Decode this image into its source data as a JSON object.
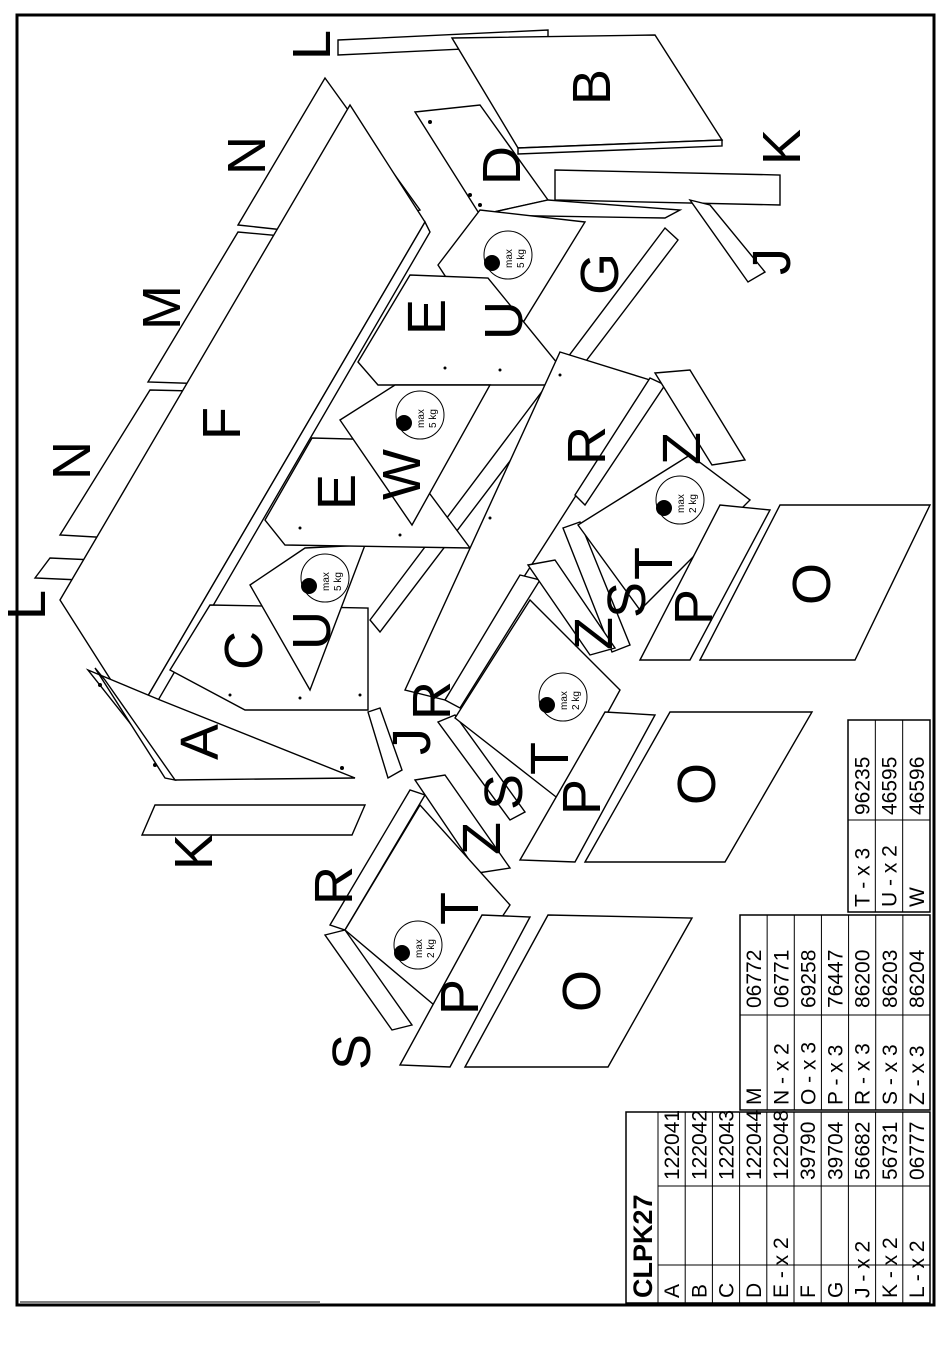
{
  "title": "CLPK27",
  "part_labels": [
    "A",
    "B",
    "C",
    "D",
    "E",
    "E",
    "F",
    "G",
    "J",
    "J",
    "K",
    "K",
    "L",
    "L",
    "M",
    "N",
    "N",
    "O",
    "O",
    "O",
    "P",
    "P",
    "P",
    "R",
    "R",
    "R",
    "S",
    "S",
    "S",
    "T",
    "T",
    "T",
    "U",
    "U",
    "W",
    "Z",
    "Z",
    "Z"
  ],
  "weight_limits": [
    {
      "max": "max",
      "load": "5 kg"
    },
    {
      "max": "max",
      "load": "5 kg"
    },
    {
      "max": "max",
      "load": "5 kg"
    },
    {
      "max": "max",
      "load": "2 kg"
    },
    {
      "max": "max",
      "load": "2 kg"
    },
    {
      "max": "max",
      "load": "2 kg"
    }
  ],
  "parts_table_1": [
    {
      "part": "A",
      "qty": "",
      "code": "122041"
    },
    {
      "part": "B",
      "qty": "",
      "code": "122042"
    },
    {
      "part": "C",
      "qty": "",
      "code": "122043"
    },
    {
      "part": "D",
      "qty": "",
      "code": "122044"
    },
    {
      "part": "E",
      "qty": " - x 2",
      "code": "122048"
    },
    {
      "part": "F",
      "qty": "",
      "code": "39790"
    },
    {
      "part": "G",
      "qty": "",
      "code": "39704"
    },
    {
      "part": "J",
      "qty": " - x 2",
      "code": "56682"
    },
    {
      "part": "K",
      "qty": " - x 2",
      "code": "56731"
    },
    {
      "part": "L",
      "qty": " - x 2",
      "code": "06777"
    }
  ],
  "parts_table_2": [
    {
      "part": "M",
      "qty": "",
      "code": "06772"
    },
    {
      "part": "N",
      "qty": " - x 2",
      "code": "06771"
    },
    {
      "part": "O",
      "qty": " - x 3",
      "code": "69258"
    },
    {
      "part": "P",
      "qty": " - x 3",
      "code": "76447"
    },
    {
      "part": "R",
      "qty": " - x 3",
      "code": "86200"
    },
    {
      "part": "S",
      "qty": " - x 3",
      "code": "86203"
    },
    {
      "part": "Z",
      "qty": " - x 3",
      "code": "86204"
    }
  ],
  "parts_table_3": [
    {
      "part": "T",
      "qty": " - x 3",
      "code": "96235"
    },
    {
      "part": "U",
      "qty": " - x 2",
      "code": "46595"
    },
    {
      "part": "W",
      "qty": "",
      "code": "46596"
    }
  ]
}
